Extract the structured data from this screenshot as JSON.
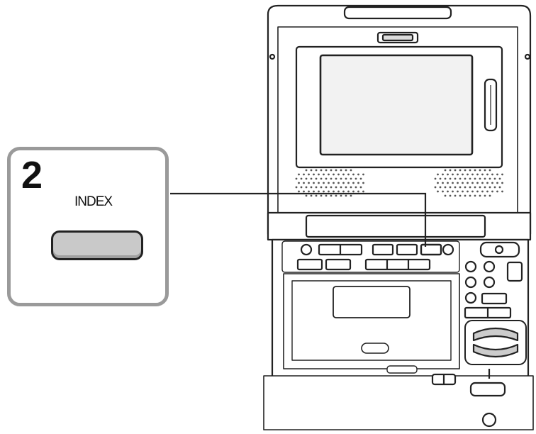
{
  "callout": {
    "step_number": "2",
    "button_label": "INDEX"
  },
  "colors": {
    "line": "#222222",
    "callout_border": "#9a9a9a",
    "button_fill": "#c9c9c9"
  },
  "icons": [
    "device-illustration",
    "index-button-icon"
  ]
}
